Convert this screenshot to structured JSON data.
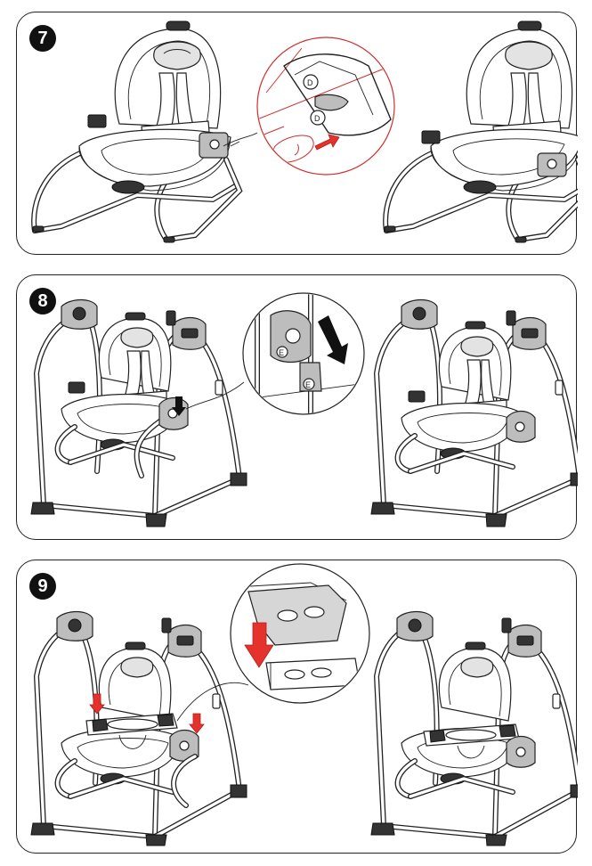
{
  "steps": [
    {
      "number": "7",
      "callout_labels": [
        "D",
        "D"
      ]
    },
    {
      "number": "8",
      "callout_labels": [
        "E",
        "E"
      ]
    },
    {
      "number": "9",
      "callout_labels": []
    }
  ],
  "colors": {
    "line": "#222222",
    "arrow_red": "#e5322d",
    "callout_ring_red": "#d0302e",
    "badge": "#111111"
  },
  "icons": [
    "step-badge",
    "arrow-red",
    "arrow-black",
    "zoom-callout"
  ]
}
